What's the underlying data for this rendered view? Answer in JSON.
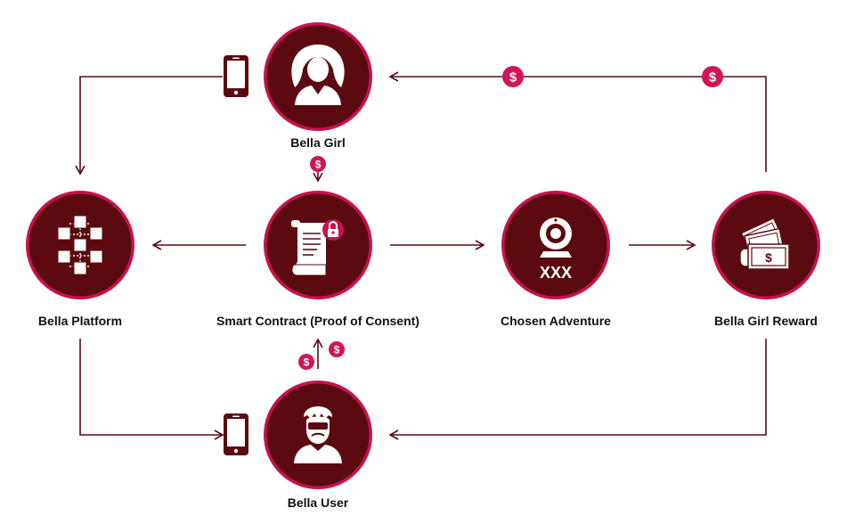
{
  "nodes": {
    "bella_girl": {
      "label": "Bella Girl",
      "icon": "woman-avatar-icon"
    },
    "bella_platform": {
      "label": "Bella Platform",
      "icon": "blockchain-network-icon"
    },
    "smart_contract": {
      "label": "Smart Contract (Proof of Consent)",
      "icon": "contract-scroll-lock-icon"
    },
    "chosen_adventure": {
      "label": "Chosen Adventure",
      "icon": "webcam-icon",
      "badge_text": "XXX"
    },
    "bella_girl_reward": {
      "label": "Bella Girl Reward",
      "icon": "money-cash-icon"
    },
    "bella_user": {
      "label": "Bella User",
      "icon": "masked-man-icon"
    }
  },
  "coin_symbol": "$",
  "colors": {
    "node_fill": "#5a0a10",
    "node_ring": "#c7124e",
    "line": "#5a0a10",
    "coin": "#d3145a",
    "icon": "#ffffff"
  }
}
